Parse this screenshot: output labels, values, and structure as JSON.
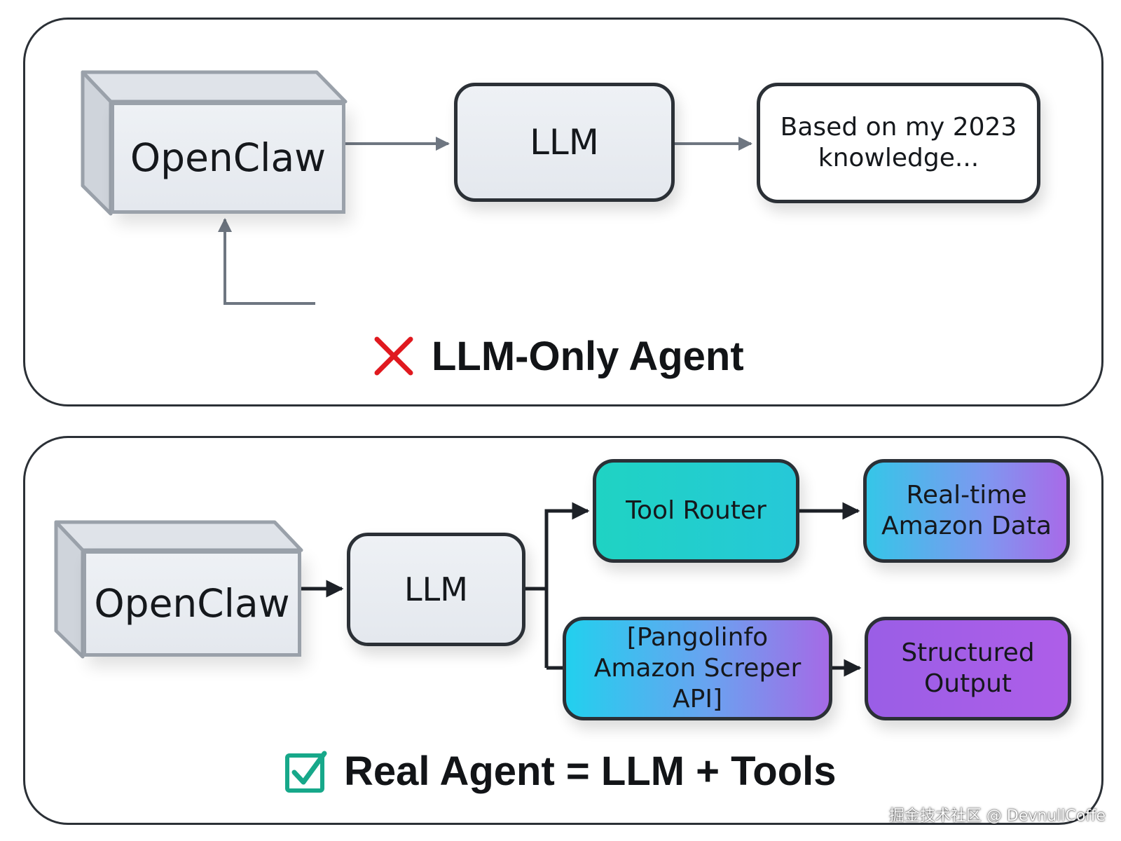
{
  "llm_only": {
    "source_label": "OpenClaw",
    "llm_label": "LLM",
    "answer_label": "Based on my 2023\nknowledge...",
    "caption": "LLM-Only Agent",
    "status_icon": "cross-icon",
    "status_color": "#e0191f"
  },
  "real_agent": {
    "source_label": "OpenClaw",
    "llm_label": "LLM",
    "tool_router_label": "Tool Router",
    "realtime_label": "Real-time\nAmazon Data",
    "api_label": "[Pangolinfo\nAmazon Screper API]",
    "structured_label": "Structured\nOutput",
    "caption": "Real Agent = LLM + Tools",
    "status_icon": "checkbox-check-icon",
    "status_color": "#17a88a"
  },
  "watermark": "掘金技术社区 @ DevnullCoffe"
}
